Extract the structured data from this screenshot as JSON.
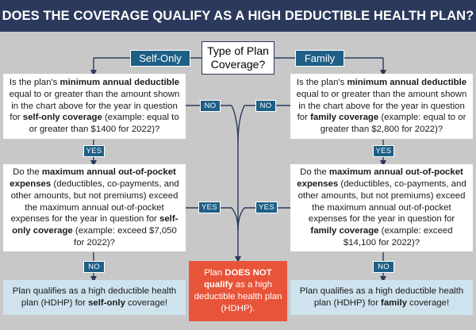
{
  "title": "DOES THE COVERAGE QUALIFY AS A HIGH DEDUCTIBLE HEALTH PLAN?",
  "start": {
    "line1": "Type of Plan",
    "line2": "Coverage?"
  },
  "branches": {
    "left": "Self-Only",
    "right": "Family"
  },
  "labels": {
    "yes": "YES",
    "no": "NO"
  },
  "left_q1": {
    "a": "Is the plan's ",
    "b": "minimum annual deductible",
    "c": " equal to or greater than the amount shown in the chart above for the year in question for ",
    "d": "self-only coverage",
    "e": " (example: equal to or greater than $1400 for 2022)?"
  },
  "right_q1": {
    "a": "Is the plan's ",
    "b": "minimum annual deductible",
    "c": " equal to or greater than the amount shown in the chart above for the year in question for ",
    "d": "family coverage",
    "e": " (example: equal to or greater than $2,800 for 2022)?"
  },
  "left_q2": {
    "a": "Do the ",
    "b": "maximum annual out-of-pocket expenses",
    "c": " (deductibles, co-payments, and other amounts, but not premiums) exceed the maximum annual out-of-pocket expenses for the year in question for ",
    "d": "self-only coverage",
    "e": " (example: exceed $7,050 for 2022)?"
  },
  "right_q2": {
    "a": "Do the ",
    "b": "maximum annual out-of-pocket expenses",
    "c": " (deductibles, co-payments, and other amounts, but not premiums) exceed the maximum annual out-of-pocket expenses for the year in question for ",
    "d": "family coverage",
    "e": " (example: exceed $14,100 for 2022)?"
  },
  "left_result": {
    "a": "Plan qualifies as a high deductible health plan (HDHP) for ",
    "b": "self-only",
    "c": " coverage!"
  },
  "right_result": {
    "a": "Plan qualifies as a high deductible health plan (HDHP) for ",
    "b": "family",
    "c": " coverage!"
  },
  "not_qualify": {
    "a": "Plan ",
    "b": "DOES NOT qualify",
    "c": " as a high deductible health plan (HDHP)."
  },
  "colors": {
    "header": "#2b3a5c",
    "tag": "#1e5f86",
    "connector": "#2b3a5c",
    "result": "#cfe3ee",
    "not_qualify": "#e8543a",
    "background": "#c8c8c8"
  }
}
